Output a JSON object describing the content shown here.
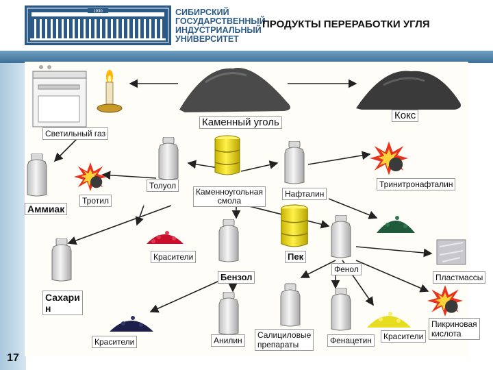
{
  "header": {
    "university_lines": [
      "СИБИРСКИЙ",
      "ГОСУДАРСТВЕННЫЙ",
      "ИНДУСТРИАЛЬНЫЙ",
      "УНИВЕРСИТЕТ"
    ],
    "logo_year": "1930",
    "title": "ПРОДУКТЫ ПЕРЕРАБОТКИ УГЛЯ"
  },
  "labels": {
    "coal": "Каменный уголь",
    "coke": "Кокс",
    "gas": "Светильный газ",
    "ammonia": "Аммиак",
    "trotyl": "Тротил",
    "toluene": "Толуол",
    "tar_line1": "Каменноугольная",
    "tar_line2": "смола",
    "naphthalene": "Нафталин",
    "trinitro": "Тринитронафталин",
    "dyes1": "Красители",
    "pitch": "Пек",
    "benzene": "Бензол",
    "phenol": "Фенол",
    "plastics": "Пластмассы",
    "sugar_line1": "Сахари",
    "sugar_line2": "н",
    "dyes2": "Красители",
    "aniline": "Анилин",
    "salicyl_line1": "Салициловые",
    "salicyl_line2": "препараты",
    "phenacetin": "Фенацетин",
    "dyes3": "Красители",
    "picric_line1": "Пикриновая",
    "picric_line2": "кислота"
  },
  "page_number": "17",
  "colors": {
    "brand_blue": "#2b5a86",
    "bar_blue": "#4f82ab",
    "dye_red": "#c8102e",
    "dye_green": "#1f5a3a",
    "dye_navy": "#1c1f4a",
    "dye_yellow": "#e6dc20",
    "barrel_yellow": "#f2e01a",
    "explosion": "#e8321e"
  }
}
